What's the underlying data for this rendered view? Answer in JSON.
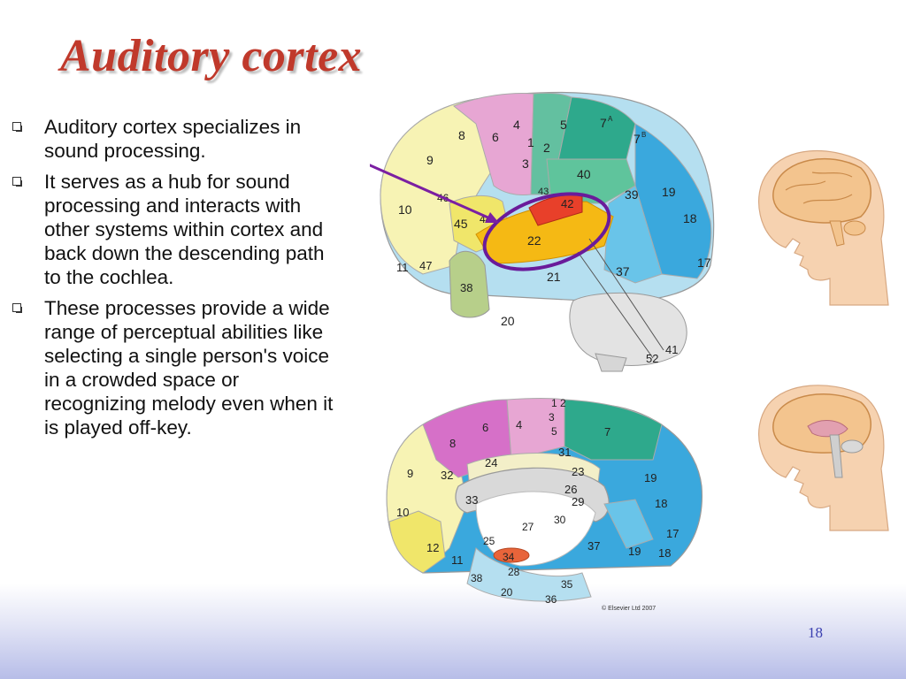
{
  "slide": {
    "title": "Auditory cortex",
    "page_number": "18",
    "bullets": [
      {
        "text": "Auditory cortex specializes in sound processing."
      },
      {
        "text": "It serves as a hub for sound processing and interacts with other systems within cortex and back down the descending path to the cochlea."
      },
      {
        "text": "These processes provide a wide range of perceptual abilities like selecting a single person's voice in a crowded space or recognizing melody even when it is played off-key."
      }
    ],
    "bullet_icon": "hollow-square-bullet"
  },
  "figure": {
    "copyright": "© Elsevier Ltd 2007",
    "lateral_labels": {
      "a4": "4",
      "a8": "8",
      "a6": "6",
      "a5": "5",
      "a7A": "7",
      "a7Asup": "A",
      "a7B": "7",
      "a7Bsup": "B",
      "a1": "1",
      "a2": "2",
      "a3": "3",
      "a9": "9",
      "a40": "40",
      "a43": "43",
      "a42": "42",
      "a39": "39",
      "a19": "19",
      "a46": "46",
      "a10": "10",
      "a45": "45",
      "a44": "44",
      "a22": "22",
      "a18": "18",
      "a11": "11",
      "a47": "47",
      "a37": "37",
      "a17": "17",
      "a38": "38",
      "a21": "21",
      "a20": "20",
      "a52": "52",
      "a41": "41"
    },
    "medial_labels": {
      "m1": "1",
      "m2": "2",
      "m3": "3",
      "m5": "5",
      "m4": "4",
      "m6": "6",
      "m8": "8",
      "m7": "7",
      "m31": "31",
      "m24": "24",
      "m9": "9",
      "m32": "32",
      "m23": "23",
      "m33": "33",
      "m26": "26",
      "m29": "29",
      "m19": "19",
      "m10": "10",
      "m18": "18",
      "m27": "27",
      "m30": "30",
      "m17": "17",
      "m25": "25",
      "m12": "12",
      "m37": "37",
      "m19b": "19",
      "m18b": "18",
      "m11": "11",
      "m34": "34",
      "m28": "28",
      "m38": "38",
      "m35": "35",
      "m20": "20",
      "m36": "36"
    },
    "colors": {
      "highlight_ring": "#6a1b9a",
      "arrow": "#7b1fa2",
      "auditory_area": "#f5b914",
      "area_43": "#e8402a"
    }
  }
}
